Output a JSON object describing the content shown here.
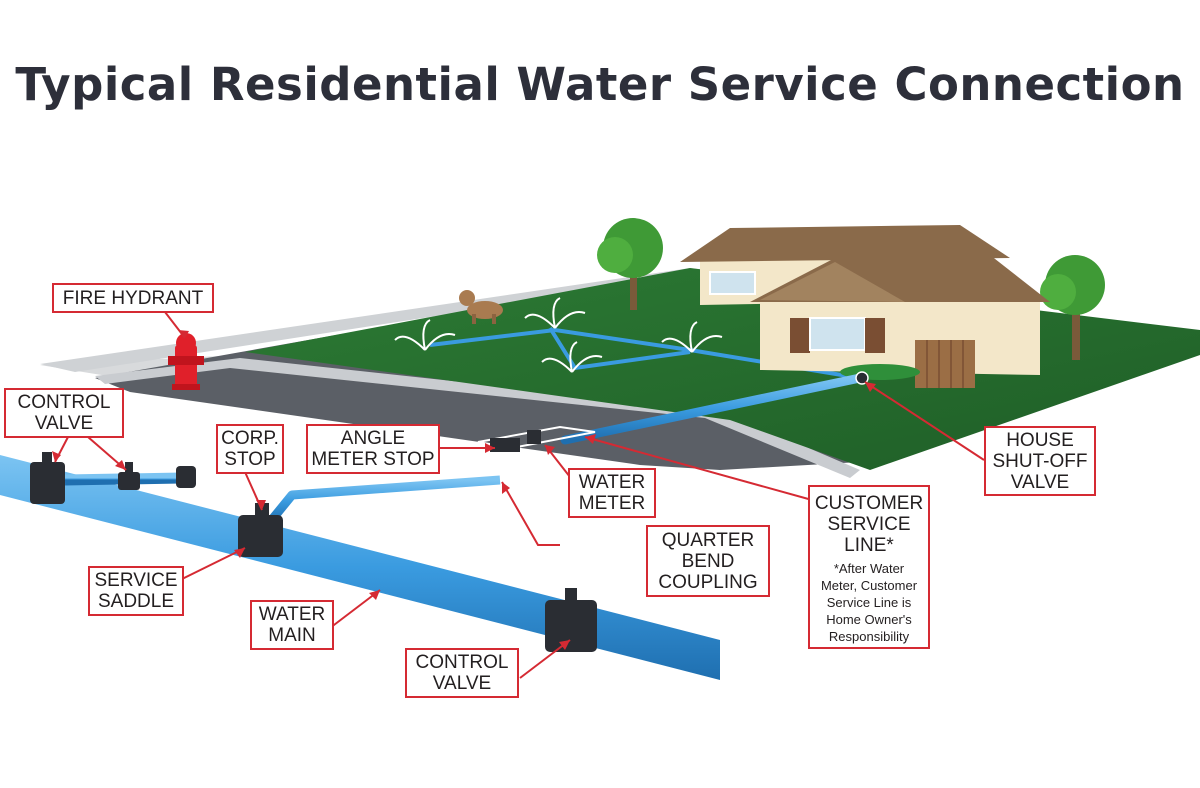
{
  "title": "Typical Residential Water Service Connection",
  "labels": {
    "fire_hydrant": [
      "FIRE HYDRANT"
    ],
    "control_valve_left": [
      "CONTROL",
      "VALVE"
    ],
    "corp_stop": [
      "CORP.",
      "STOP"
    ],
    "angle_meter_stop": [
      "ANGLE",
      "METER STOP"
    ],
    "water_meter": [
      "WATER",
      "METER"
    ],
    "house_shutoff_valve": [
      "HOUSE",
      "SHUT-OFF",
      "VALVE"
    ],
    "customer_service_line": [
      "CUSTOMER",
      "SERVICE",
      "LINE*"
    ],
    "customer_service_note": [
      "*After Water",
      "Meter, Customer",
      "Service Line is",
      "Home Owner's",
      "Responsibility"
    ],
    "quarter_bend_coupling": [
      "QUARTER",
      "BEND",
      "COUPLING"
    ],
    "service_saddle": [
      "SERVICE",
      "SADDLE"
    ],
    "water_main": [
      "WATER",
      "MAIN"
    ],
    "control_valve_bottom": [
      "CONTROL",
      "VALVE"
    ]
  },
  "colors": {
    "title": "#2d2f3a",
    "label_border": "#d52a33",
    "leader_line": "#d52a33",
    "pipe": "#3a9be0",
    "lawn": "#2f7a36",
    "road": "#5b5f66",
    "sidewalk": "#d8dadc",
    "roof": "#8a6a4a",
    "house_wall": "#f3e7c9",
    "hydrant": "#e0202a",
    "valve": "#2a2d33"
  }
}
